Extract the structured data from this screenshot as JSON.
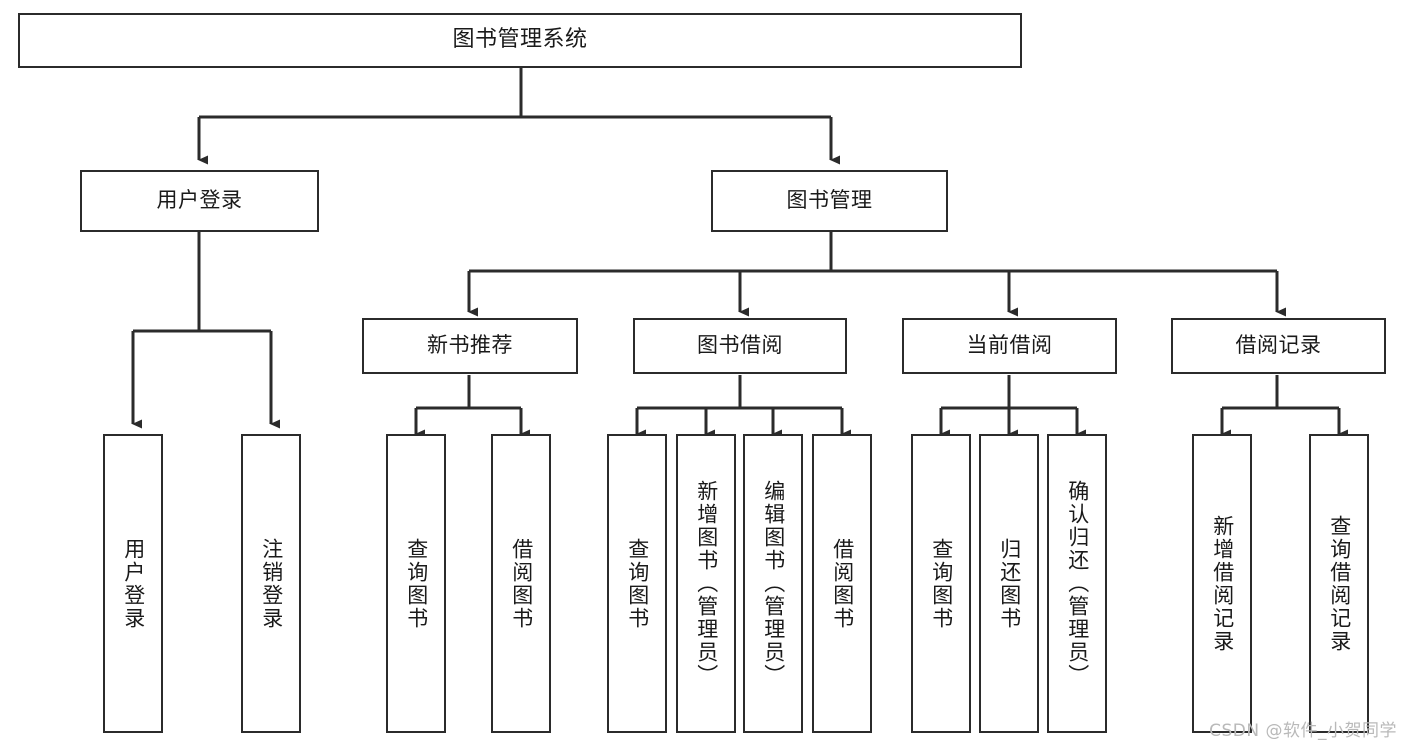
{
  "diagram": {
    "title": "图书管理系统",
    "type": "tree-hierarchy",
    "watermark": "CSDN @软件_小贺同学",
    "colors": {
      "stroke": "#2b2b2b",
      "fill": "#ffffff",
      "text": "#1a1a1a",
      "watermark": "#b9b9b9"
    },
    "nodes": {
      "root": {
        "label": "图书管理系统"
      },
      "level2": [
        {
          "id": "user-login",
          "label": "用户登录"
        },
        {
          "id": "book-management",
          "label": "图书管理"
        }
      ],
      "level3": [
        {
          "id": "new-book-recommend",
          "label": "新书推荐"
        },
        {
          "id": "book-borrow",
          "label": "图书借阅"
        },
        {
          "id": "current-borrow",
          "label": "当前借阅"
        },
        {
          "id": "borrow-record",
          "label": "借阅记录"
        }
      ],
      "leaves": {
        "user-login": [
          {
            "id": "leaf-user-login",
            "label": "用户登录"
          },
          {
            "id": "leaf-logout-login",
            "label": "注销登录"
          }
        ],
        "new-book-recommend": [
          {
            "id": "leaf-query-book-1",
            "label": "查询图书"
          },
          {
            "id": "leaf-borrow-book-1",
            "label": "借阅图书"
          }
        ],
        "book-borrow": [
          {
            "id": "leaf-query-book-2",
            "label": "查询图书"
          },
          {
            "id": "leaf-add-book",
            "label": "新增图书（管理员）"
          },
          {
            "id": "leaf-edit-book",
            "label": "编辑图书（管理员）"
          },
          {
            "id": "leaf-borrow-book-2",
            "label": "借阅图书"
          }
        ],
        "current-borrow": [
          {
            "id": "leaf-query-book-3",
            "label": "查询图书"
          },
          {
            "id": "leaf-return-book",
            "label": "归还图书"
          },
          {
            "id": "leaf-confirm-return",
            "label": "确认归还（管理员）"
          }
        ],
        "borrow-record": [
          {
            "id": "leaf-add-record",
            "label": "新增借阅记录"
          },
          {
            "id": "leaf-query-record",
            "label": "查询借阅记录"
          }
        ]
      }
    }
  }
}
